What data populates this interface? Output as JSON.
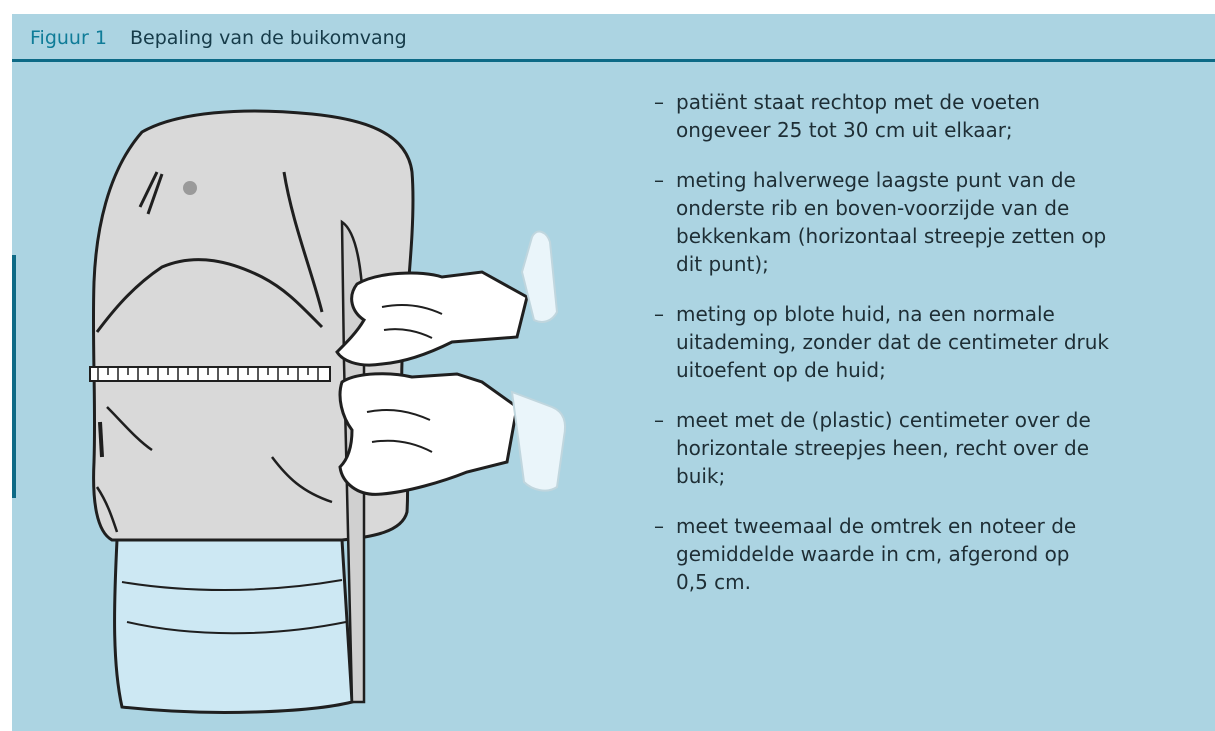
{
  "figure": {
    "label": "Figuur 1",
    "title": "Bepaling van de buikomvang"
  },
  "steps": [
    "patiënt staat rechtop met de voeten\nongeveer 25 tot 30 cm uit elkaar;",
    "meting halverwege laagste punt van de\nonderste rib en boven-voorzijde van de\nbekkenkam (horizontaal streepje zetten  op\ndit punt);",
    "meting op blote huid, na een normale\nuitademing, zonder dat de centimeter druk\nuitoefent op de huid;",
    "meet met de (plastic) centimeter over de\nhorizontale streepjes heen, recht over de\nbuik;",
    "meet tweemaal de omtrek en noteer de\ngemiddelde waarde in cm, afgerond op\n0,5 cm."
  ],
  "bullet": "–",
  "colors": {
    "panel": "#acd4e2",
    "accent": "#0d6a86",
    "label": "#0f7c98",
    "skin": "#d9d9d9",
    "cuff": "#cde8f3"
  },
  "icons": {
    "illustration": "waist-measurement-illustration"
  }
}
